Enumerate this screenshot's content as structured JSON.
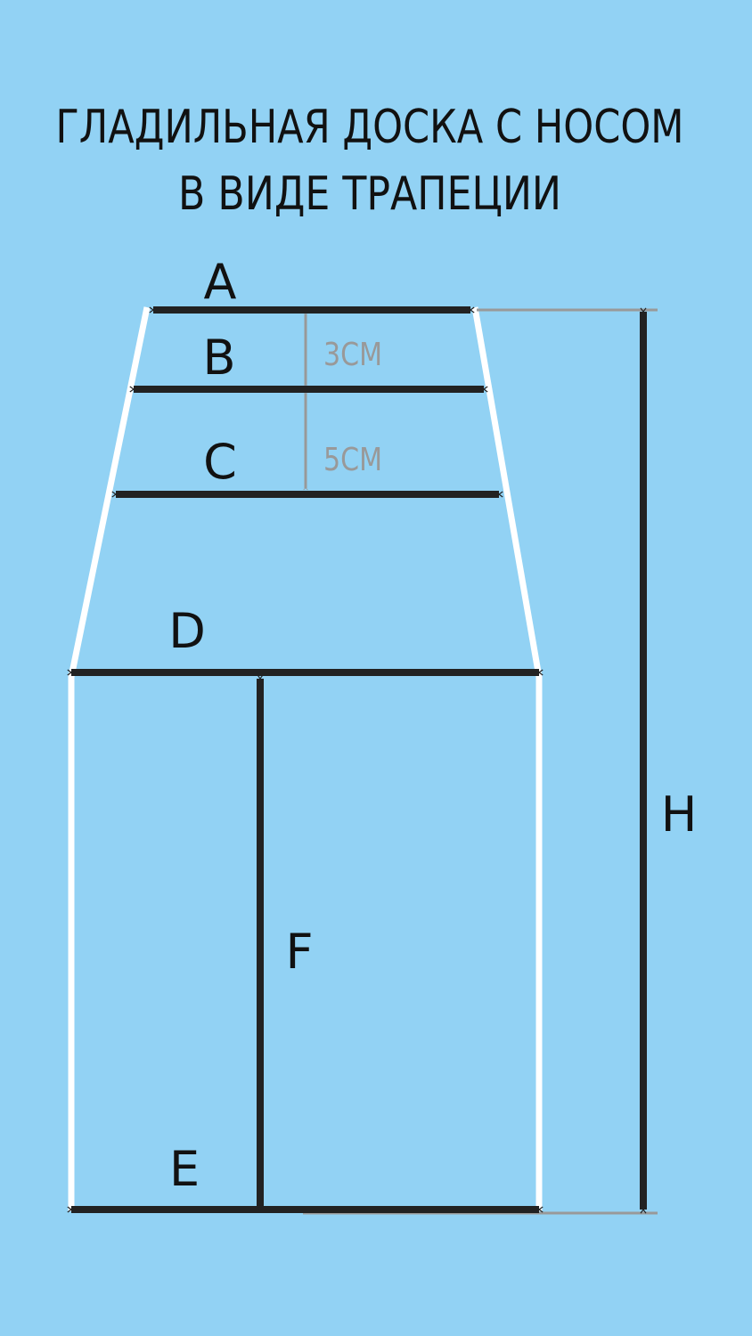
{
  "title": {
    "line1": "ГЛАДИЛЬНАЯ ДОСКА С НОСОМ",
    "line2": "В ВИДЕ ТРАПЕЦИИ"
  },
  "labels": {
    "a": "A",
    "b": "B",
    "c": "C",
    "d": "D",
    "e": "E",
    "f": "F",
    "h": "H"
  },
  "spacing": {
    "ab": "3СМ",
    "bc": "5СМ"
  },
  "colors": {
    "background": "#92d2f4",
    "outline": "#ffffff",
    "arrow": "#222222",
    "guide": "#999999"
  }
}
